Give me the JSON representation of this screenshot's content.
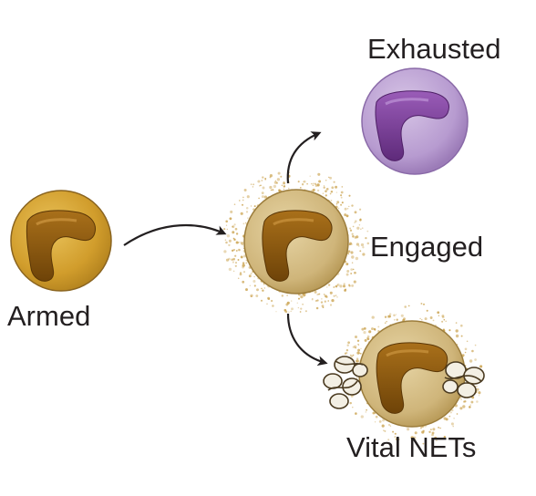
{
  "diagram": {
    "states": {
      "armed": {
        "label": "Armed"
      },
      "engaged": {
        "label": "Engaged"
      },
      "exhausted": {
        "label": "Exhausted"
      },
      "vital_nets": {
        "label": "Vital NETs"
      }
    },
    "colors": {
      "cell_gold": "#d4a232",
      "cell_gold_edge": "#8a6420",
      "nucleus_brown": "#8b5a10",
      "cell_beige": "#d6c08a",
      "cell_beige_edge": "#9c7d3c",
      "cell_purple": "#b79bd0",
      "cell_purple_edge": "#8a6aa8",
      "nucleus_purple": "#7a3c9a",
      "dust": "#c9a04a",
      "arrow": "#231f20",
      "text": "#231f20"
    }
  }
}
